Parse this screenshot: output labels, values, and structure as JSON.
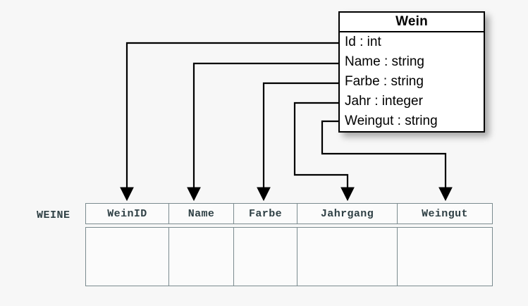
{
  "diagram": {
    "background_color": "#f7f7f7",
    "line_color": "#000000"
  },
  "uml_class": {
    "name": "Wein",
    "attributes": [
      {
        "text": "Id : int"
      },
      {
        "text": "Name : string"
      },
      {
        "text": "Farbe : string"
      },
      {
        "text": "Jahr : integer"
      },
      {
        "text": "Weingut : string"
      }
    ]
  },
  "relation": {
    "label": "WEINE",
    "columns": [
      "WeinID",
      "Name",
      "Farbe",
      "Jahrgang",
      "Weingut"
    ],
    "rows": [
      [
        "",
        "",
        "",
        "",
        ""
      ]
    ]
  },
  "mappings": [
    {
      "from": "Id : int",
      "to": "WeinID"
    },
    {
      "from": "Name : string",
      "to": "Name"
    },
    {
      "from": "Farbe : string",
      "to": "Farbe"
    },
    {
      "from": "Jahr : integer",
      "to": "Jahrgang"
    },
    {
      "from": "Weingut : string",
      "to": "Weingut"
    }
  ]
}
